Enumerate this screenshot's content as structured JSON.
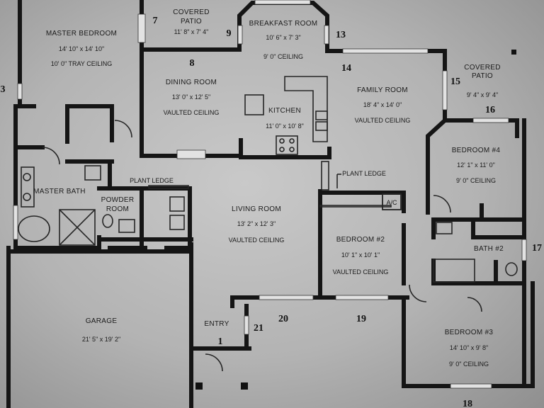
{
  "rooms": {
    "master_bedroom": {
      "name": "MASTER BEDROOM",
      "dims": "14' 10\" x 14' 10\"",
      "note": "10' 0\" TRAY CEILING"
    },
    "covered_patio_left": {
      "name": "COVERED",
      "name2": "PATIO",
      "dims": "11' 8\" x 7' 4\""
    },
    "breakfast_room": {
      "name": "BREAKFAST ROOM",
      "dims": "10' 6\" x 7' 3\"",
      "note": "9' 0\" CEILING"
    },
    "covered_patio_right": {
      "name": "COVERED",
      "name2": "PATIO",
      "dims": "9' 4\" x 9' 4\""
    },
    "dining_room": {
      "name": "DINING ROOM",
      "dims": "13' 0\" x 12' 5\"",
      "note": "VAULTED CEILING"
    },
    "kitchen": {
      "name": "KITCHEN",
      "dims": "11' 0\" x 10' 8\""
    },
    "family_room": {
      "name": "FAMILY ROOM",
      "dims": "18' 4\" x 14' 0\"",
      "note": "VAULTED CEILING"
    },
    "bedroom_4": {
      "name": "BEDROOM #4",
      "dims": "12' 1\" x 11' 0\"",
      "note": "9' 0\" CEILING"
    },
    "master_bath": {
      "name": "MASTER BATH"
    },
    "powder_room": {
      "name": "POWDER",
      "name2": "ROOM"
    },
    "living_room": {
      "name": "LIVING ROOM",
      "dims": "13' 2\" x 12' 3\"",
      "note": "VAULTED CEILING"
    },
    "bedroom_2": {
      "name": "BEDROOM #2",
      "dims": "10' 1\" x 10' 1\"",
      "note": "VAULTED CEILING"
    },
    "bath_2": {
      "name": "BATH #2"
    },
    "garage": {
      "name": "GARAGE",
      "dims": "21' 5\" x 19' 2\""
    },
    "entry": {
      "name": "ENTRY"
    },
    "bedroom_3": {
      "name": "BEDROOM #3",
      "dims": "14' 10\" x 9' 8\"",
      "note": "9' 0\" CEILING"
    }
  },
  "labels": {
    "plant_ledge_left": "PLANT LEDGE",
    "plant_ledge_right": "PLANT LEDGE",
    "ac": "A/C"
  },
  "markers": {
    "m1": "1",
    "m3": "3",
    "m7": "7",
    "m8": "8",
    "m9": "9",
    "m13": "13",
    "m14": "14",
    "m15": "15",
    "m16": "16",
    "m17": "17",
    "m18": "18",
    "m19": "19",
    "m20": "20",
    "m21": "21"
  }
}
